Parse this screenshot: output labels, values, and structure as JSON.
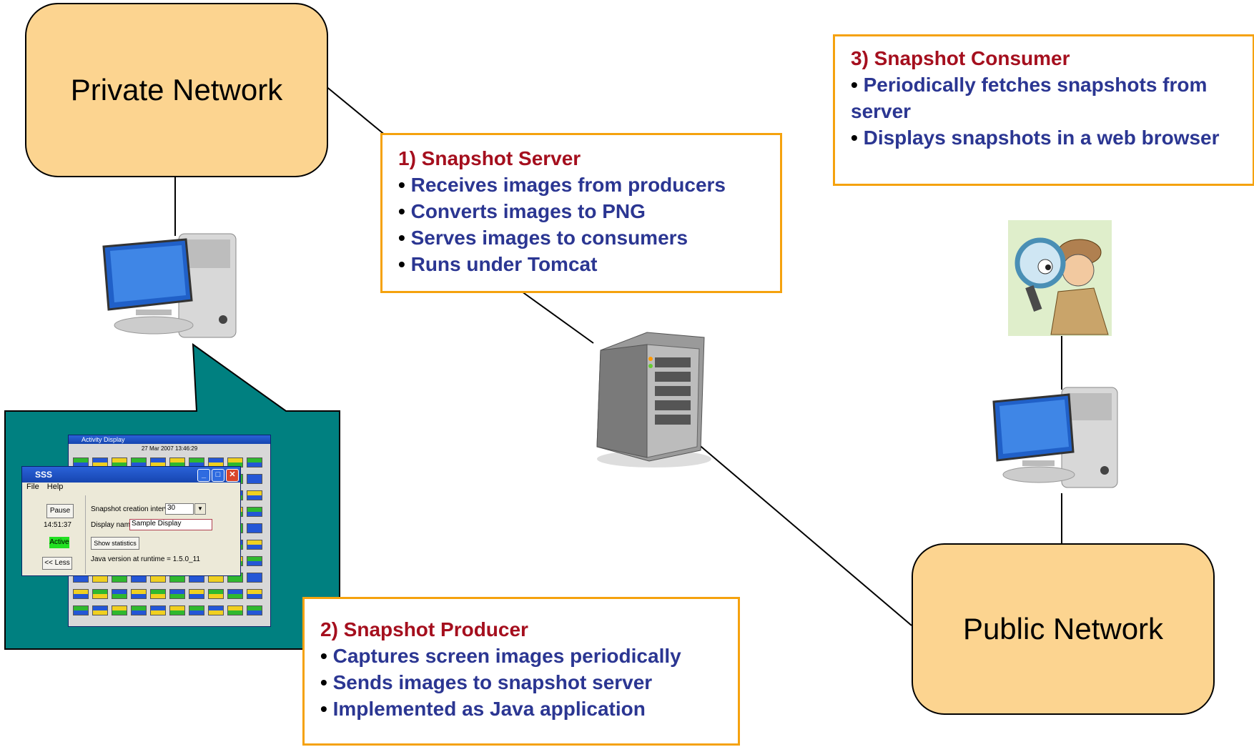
{
  "networks": {
    "private": "Private Network",
    "public": "Public Network"
  },
  "server": {
    "title": "1) Snapshot Server",
    "bullets": [
      "Receives images from producers",
      "Converts images to PNG",
      "Serves images to consumers",
      "Runs under Tomcat"
    ]
  },
  "producer": {
    "title": "2) Snapshot Producer",
    "bullets": [
      "Captures screen images periodically",
      "Sends images to snapshot server",
      "Implemented as Java application"
    ]
  },
  "consumer": {
    "title": "3) Snapshot Consumer",
    "bullets": [
      "Periodically fetches snapshots from server",
      "Displays snapshots in a web browser"
    ]
  },
  "app_window": {
    "back_title": "Activity Display",
    "back_date": "27 Mar 2007  13:46:29",
    "title": "SSS",
    "menu": [
      "File",
      "Help"
    ],
    "pause_label": "Pause",
    "time": "14:51:37",
    "status": "Active",
    "less_label": "<< Less",
    "interval_label": "Snapshot creation interval:",
    "interval_value": "30",
    "display_name_label": "Display name:",
    "display_name_value": "Sample Display",
    "stats_label": "Show statistics",
    "java_version": "Java version at runtime = 1.5.0_11"
  },
  "colors": {
    "network_fill": "#fcd490",
    "callout_border": "#f5a20e",
    "title_text": "#a50f1e",
    "bullet_text": "#2b3692",
    "bubble_fill": "#008080"
  }
}
